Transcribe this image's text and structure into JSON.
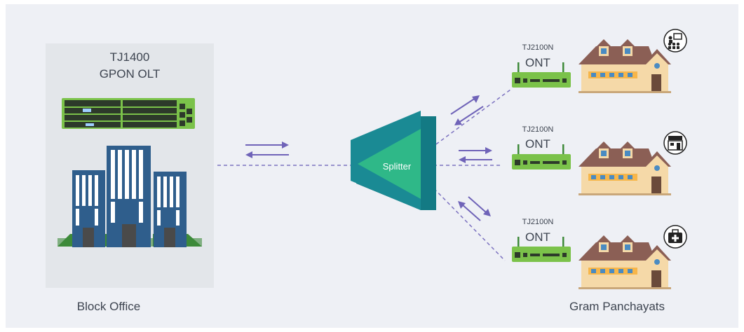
{
  "block_office": {
    "olt_model": "TJ1400",
    "olt_type": "GPON OLT",
    "label": "Block Office"
  },
  "splitter": {
    "label": "Splitter"
  },
  "gram_panchayats": {
    "label": "Gram Panchayats",
    "onts": [
      {
        "model": "TJ2100N",
        "name": "ONT",
        "building_icon": "classroom-icon"
      },
      {
        "model": "TJ2100N",
        "name": "ONT",
        "building_icon": "shop-icon"
      },
      {
        "model": "TJ2100N",
        "name": "ONT",
        "building_icon": "medical-kit-icon"
      }
    ]
  },
  "colors": {
    "background": "#eef0f5",
    "office_panel": "#e3e6ea",
    "splitter": "#1a8a94",
    "splitter_face": "#2fb888",
    "arrow": "#6f63b8",
    "fiber_line": "#7c72c0",
    "device_green": "#7bc24a",
    "building_wall": "#f5d9a8",
    "building_roof": "#8b5f55",
    "office_tower": "#2f5e8c"
  }
}
